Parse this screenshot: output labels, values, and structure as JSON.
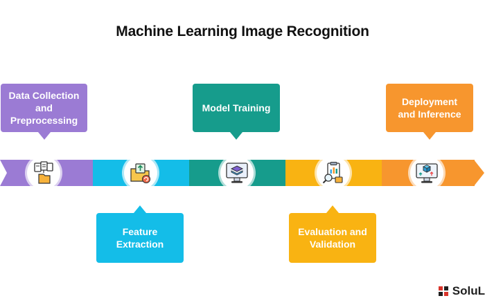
{
  "title": "Machine Learning Image Recognition",
  "colors": {
    "purple": "#9b7bd4",
    "cyan": "#14bde8",
    "teal": "#169c8c",
    "amber": "#f9b312",
    "orange": "#f7962e"
  },
  "steps": [
    {
      "label": "Data Collection\nand\nPreprocessing",
      "icon": "files-folder-icon"
    },
    {
      "label": "Feature\nExtraction",
      "icon": "folder-upload-icon"
    },
    {
      "label": "Model Training",
      "icon": "monitor-layers-icon"
    },
    {
      "label": "Evaluation and\nValidation",
      "icon": "clipboard-magnifier-icon"
    },
    {
      "label": "Deployment\nand Inference",
      "icon": "monitor-cube-icon"
    }
  ],
  "logo": {
    "text": "SoluL"
  }
}
